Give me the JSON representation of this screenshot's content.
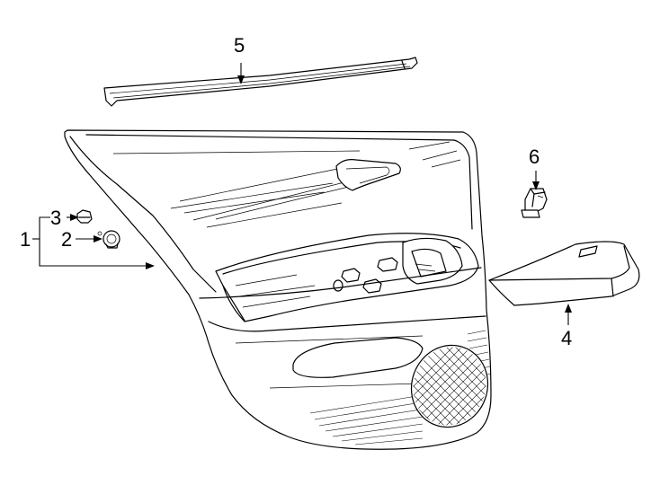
{
  "callouts": {
    "c1": "1",
    "c2": "2",
    "c3": "3",
    "c4": "4",
    "c5": "5",
    "c6": "6"
  },
  "colors": {
    "line": "#000000",
    "background": "#ffffff"
  },
  "parts": [
    "door-trim-panel",
    "push-retainer-clip",
    "retainer-clip",
    "armrest-cover",
    "belt-weatherstrip",
    "window-switch"
  ]
}
